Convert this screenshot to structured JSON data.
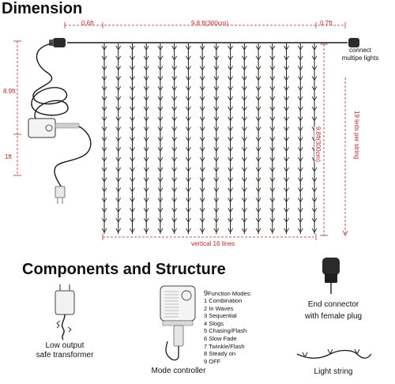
{
  "titles": {
    "dimension": "Dimension",
    "components": "Components and Structure"
  },
  "dimensions": {
    "left_gap": "0.6ft",
    "width": "9.8 ft(300cm)",
    "right_gap": "0.7ft",
    "lead_height": "8.9ft",
    "plug_lead": "1ft",
    "height": "9.8ft(300cm)",
    "leds_per_string": "19 leds per string",
    "vertical_lines": "vertical 16 lines",
    "connect_note": "connect\nmultipe lights"
  },
  "strings": {
    "count": 16,
    "leds_per_string": 19
  },
  "components": {
    "transformer_caption": "Low output\nsafe transformer",
    "controller_caption": "Mode controller",
    "end_connector_caption": "End connector\nwith female plug",
    "light_string_caption": "Light string"
  },
  "function_modes": {
    "count_label": "9",
    "heading": "Function Modes:",
    "items": [
      "1 Combination",
      "2 In Waves",
      "3 Sequential",
      "4 Slogs",
      "5 Chasing/Flash",
      "6 Slow Fade",
      "7 Twinkle/Flash",
      "8 Steady on",
      "9 OFF"
    ]
  },
  "colors": {
    "dimension_line": "#b52a2a",
    "wire": "#1a1a1a",
    "leaf": "#2a3a22"
  }
}
